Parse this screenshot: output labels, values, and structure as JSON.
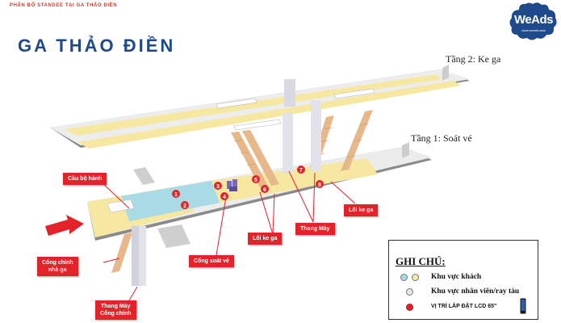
{
  "header": {
    "top_label": "PHÂN BỔ STANDEE TẠI GA THẢO ĐIỀN",
    "title": "GA THẢO ĐIỀN"
  },
  "logo": {
    "text": "WeAds",
    "subtext": "www.weads.asia"
  },
  "floors": {
    "floor2": "Tầng 2: Ke ga",
    "floor1": "Tầng 1: Soát vé"
  },
  "callouts": {
    "pedestrian_bridge": "Cầu bộ hành",
    "main_gate": [
      "Cổng chính",
      "nhà ga"
    ],
    "main_elevator": [
      "Thang Máy",
      "Cổng chính"
    ],
    "ticket_gate": "Cổng soát vé",
    "platform_entrance_1": "Lối ke ga",
    "elevator": "Thang Máy",
    "platform_entrance_2": "Lối ke ga"
  },
  "markers": [
    "1",
    "2",
    "3",
    "4",
    "5",
    "6",
    "7",
    "8"
  ],
  "legend": {
    "title": "GHI CHÚ:",
    "passenger_area": "Khu vực khách",
    "staff_area": "Khu vực nhân viên/ray tàu",
    "lcd_position": "VỊ TRÍ LẮP ĐẶT LCD 65\""
  },
  "colors": {
    "title_blue": "#1e4a8c",
    "label_red": "#e32229",
    "passenger_yellow": "#f6e7a1",
    "passenger_cyan": "#a9dbe6",
    "staff_gray": "#e6e6e6",
    "marker_red": "#e32229"
  }
}
